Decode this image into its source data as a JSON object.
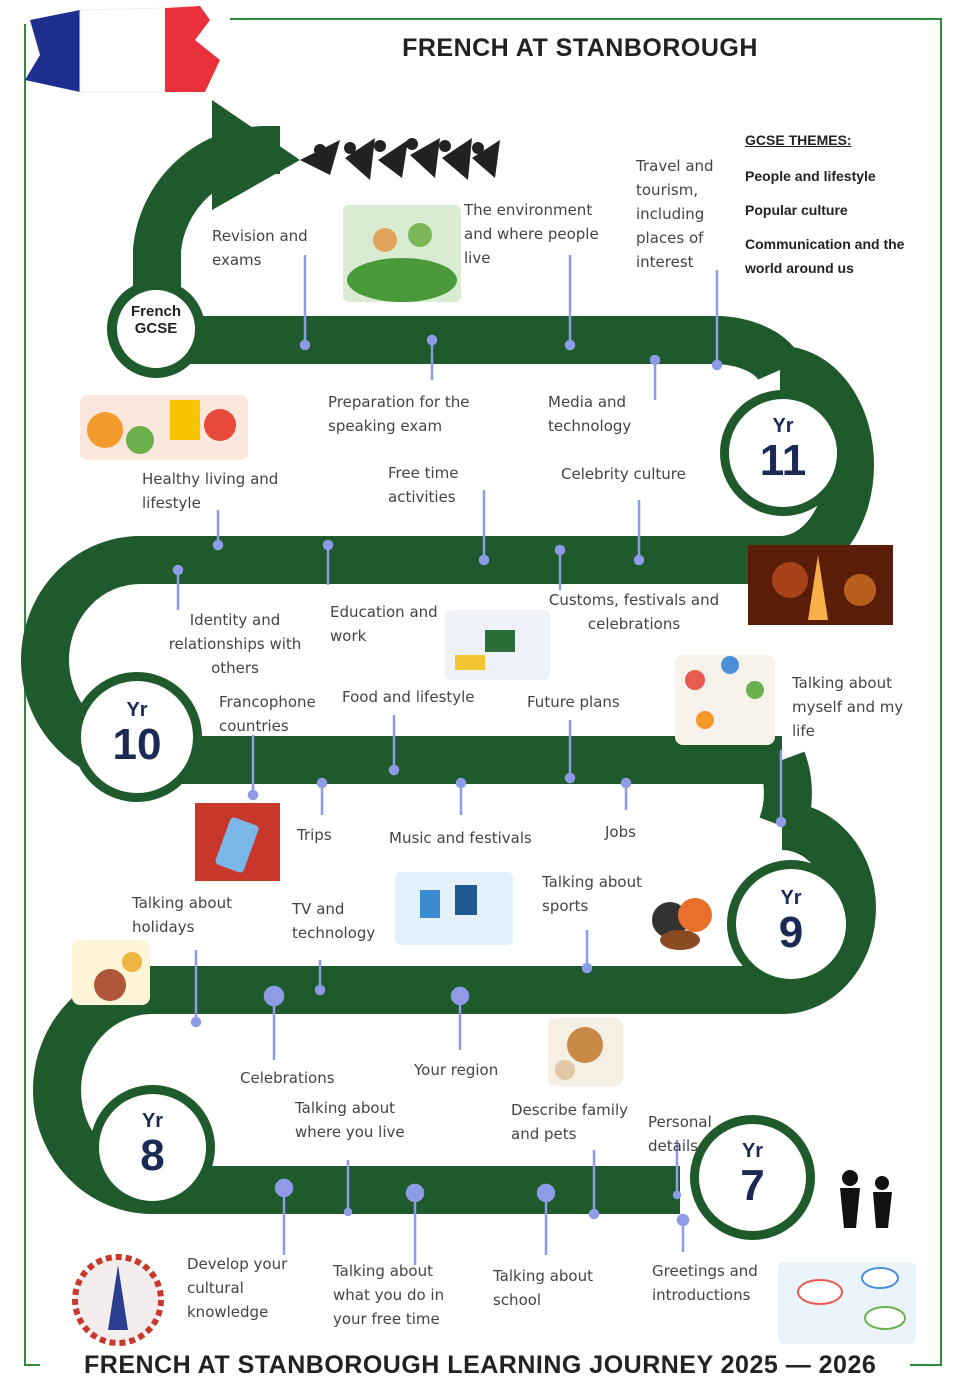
{
  "header": {
    "title": "FRENCH AT STANBOROUGH"
  },
  "footer": {
    "title": "FRENCH AT STANBOROUGH  LEARNING JOURNEY 2025 — 2026"
  },
  "colors": {
    "road": "#1e5a2b",
    "frame": "#2e8b3e",
    "pin": "#8e9ce8",
    "flag_blue": "#1f2f8f",
    "flag_red": "#e8313a"
  },
  "start": {
    "line1": "French",
    "line2": "GCSE"
  },
  "years": {
    "y11": {
      "label": "Yr",
      "number": "11"
    },
    "y10": {
      "label": "Yr",
      "number": "10"
    },
    "y9": {
      "label": "Yr",
      "number": "9"
    },
    "y8": {
      "label": "Yr",
      "number": "8"
    },
    "y7": {
      "label": "Yr",
      "number": "7"
    }
  },
  "gcse_themes": {
    "heading": "GCSE THEMES:",
    "themes": [
      "People and lifestyle",
      "Popular culture",
      "Communication and the world around us"
    ]
  },
  "topics": {
    "revision": "Revision and exams",
    "environment": "The environment and where people live",
    "travel": "Travel and tourism, including places of interest",
    "preparation": "Preparation for the speaking exam",
    "media": "Media and technology",
    "healthy": "Healthy living and lifestyle",
    "free_time": "Free time activities",
    "celebrity": "Celebrity culture",
    "identity": "Identity and relationships with others",
    "education": "Education and work",
    "customs": "Customs, festivals and celebrations",
    "francophone": "Francophone countries",
    "food": "Food and lifestyle",
    "future": "Future plans",
    "myself": "Talking about myself and my life",
    "trips": "Trips",
    "music": "Music and festivals",
    "jobs": "Jobs",
    "holidays": "Talking about holidays",
    "tv": "TV and technology",
    "sports": "Talking about sports",
    "celebrations": "Celebrations",
    "region": "Your region",
    "where_live": "Talking about where you live",
    "family": "Describe family and pets",
    "personal": "Personal details",
    "cultural": "Develop your cultural knowledge",
    "free_time_y8": "Talking about what you do in your free time",
    "school": "Talking about school",
    "greetings": "Greetings and introductions"
  }
}
